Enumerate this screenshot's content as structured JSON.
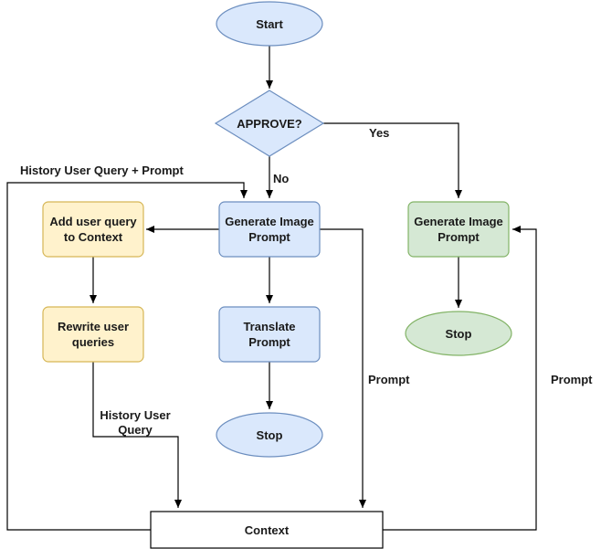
{
  "nodes": {
    "start": "Start",
    "approve": "APPROVE?",
    "gen_left": [
      "Generate Image",
      "Prompt"
    ],
    "add_user": [
      "Add user query",
      "to Context"
    ],
    "rewrite": [
      "Rewrite user",
      "queries"
    ],
    "translate": [
      "Translate",
      "Prompt"
    ],
    "stop_mid": "Stop",
    "gen_right": [
      "Generate Image",
      "Prompt"
    ],
    "stop_right": "Stop",
    "context": "Context"
  },
  "edge_labels": {
    "yes": "Yes",
    "no": "No",
    "history_query_prompt": "History User Query + Prompt",
    "history_query": [
      "History User",
      "Query"
    ],
    "prompt_mid": "Prompt",
    "prompt_right": "Prompt"
  },
  "colors": {
    "blue_fill": "#dae8fc",
    "blue_stroke": "#6c8ebf",
    "yellow_fill": "#fff2cc",
    "yellow_stroke": "#d6b656",
    "green_fill": "#d5e8d4",
    "green_stroke": "#82b366",
    "white_fill": "#ffffff",
    "black_stroke": "#000000"
  }
}
